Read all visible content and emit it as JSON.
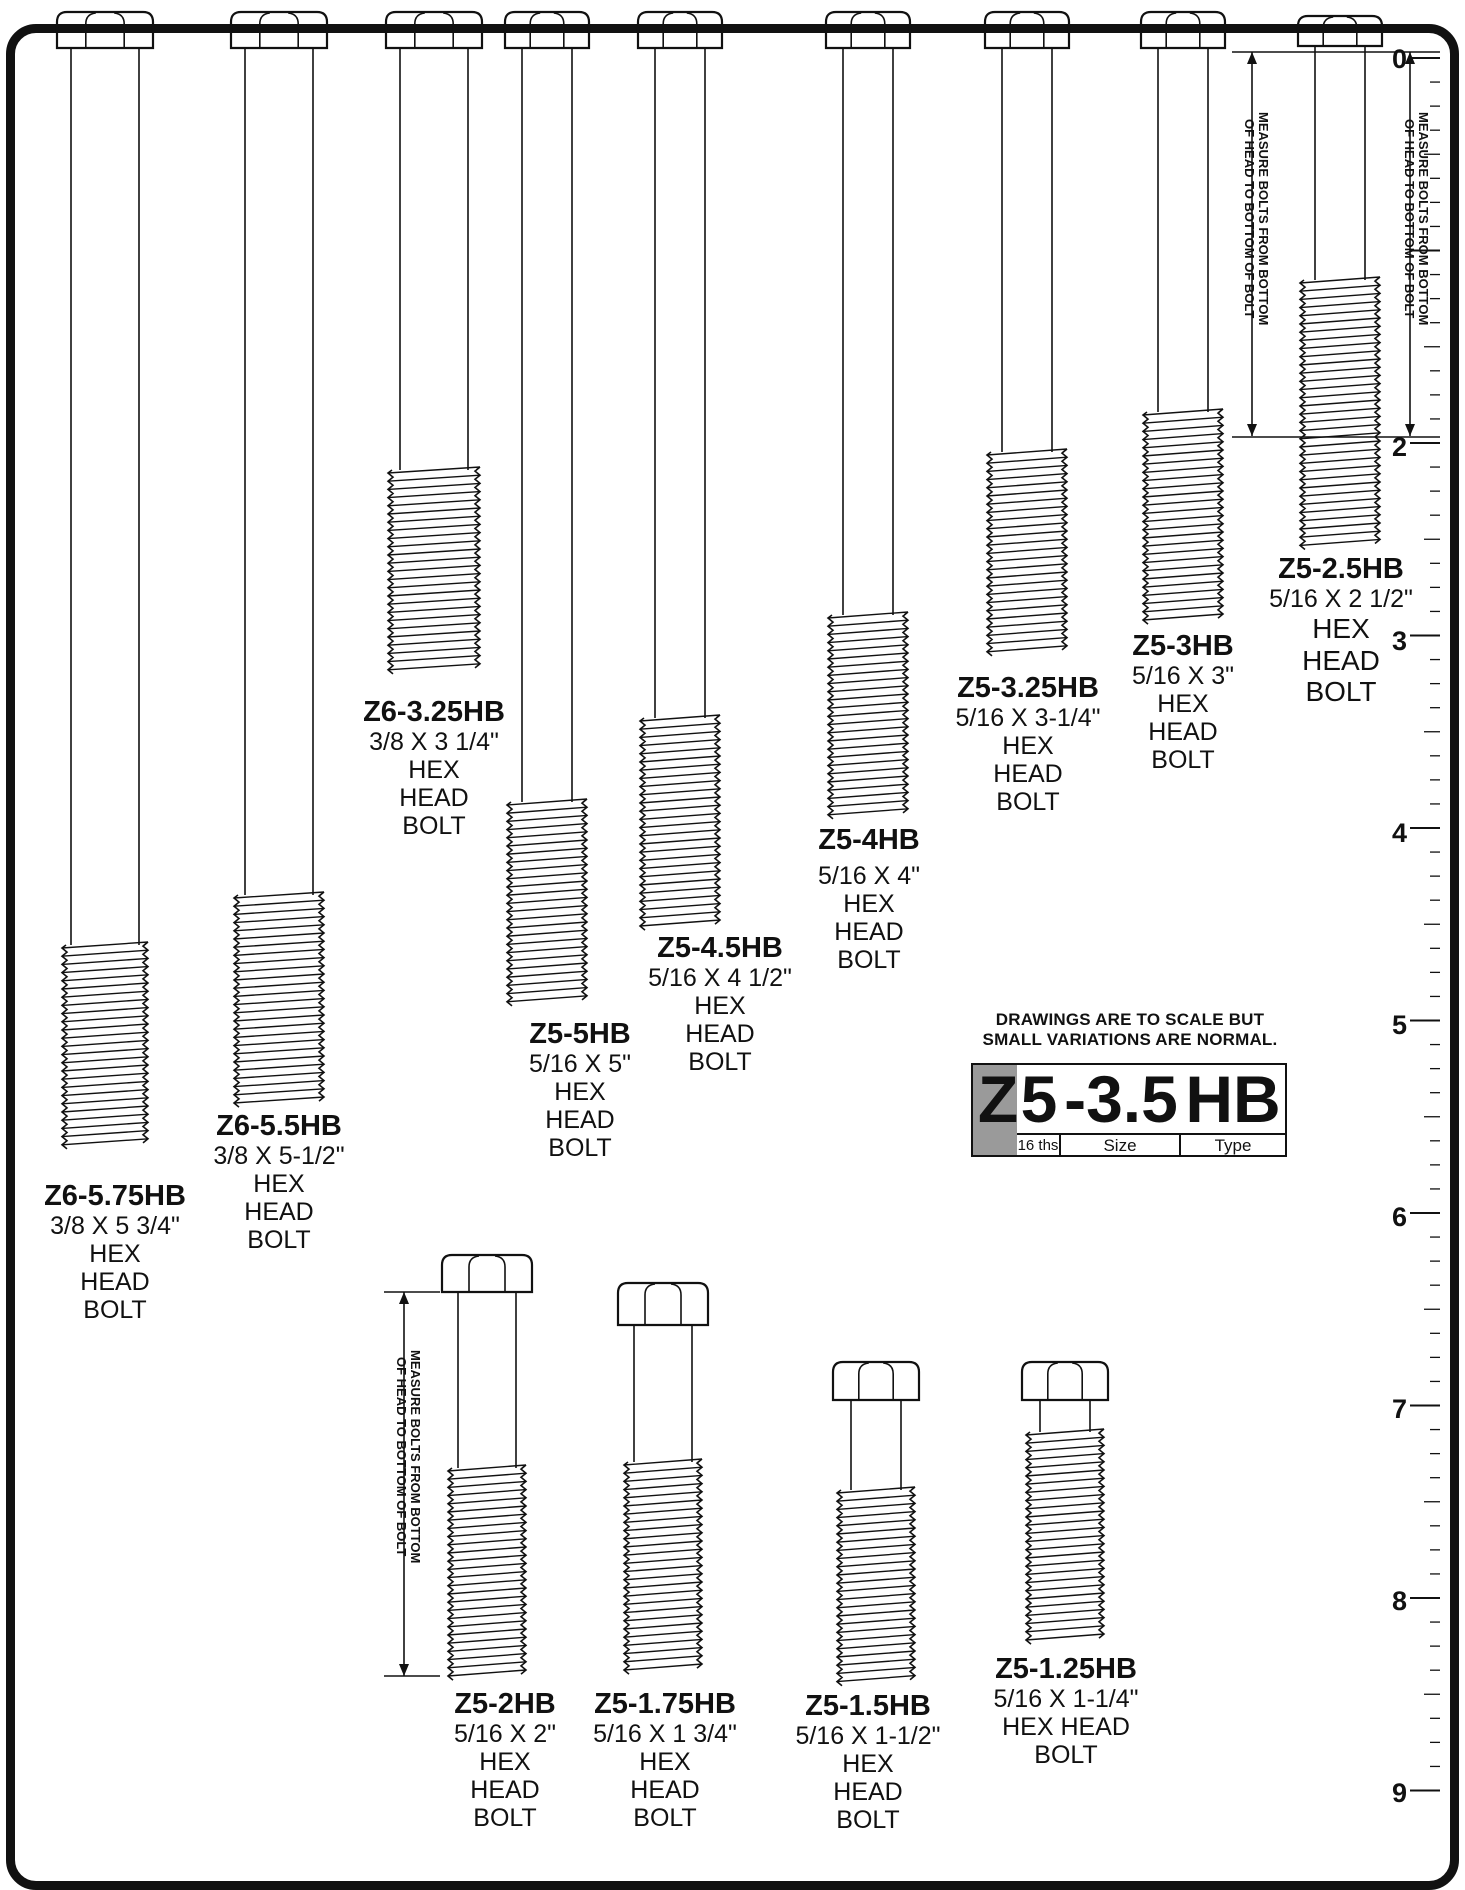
{
  "bolts": [
    {
      "code": "Z6-5.75HB",
      "size": "3/8 X 5 3/4\"",
      "desc": [
        "HEX",
        "HEAD",
        "BOLT"
      ]
    },
    {
      "code": "Z6-5.5HB",
      "size": "3/8 X 5-1/2\"",
      "desc": [
        "HEX",
        "HEAD",
        "BOLT"
      ]
    },
    {
      "code": "Z6-3.25HB",
      "size": "3/8 X 3 1/4\"",
      "desc": [
        "HEX",
        "HEAD",
        "BOLT"
      ]
    },
    {
      "code": "Z5-5HB",
      "size": "5/16 X 5\"",
      "desc": [
        "HEX",
        "HEAD",
        "BOLT"
      ]
    },
    {
      "code": "Z5-4.5HB",
      "size": "5/16 X 4 1/2\"",
      "desc": [
        "HEX",
        "HEAD",
        "BOLT"
      ]
    },
    {
      "code": "Z5-4HB",
      "size": "5/16 X 4\"",
      "desc": [
        "HEX",
        "HEAD",
        "BOLT"
      ]
    },
    {
      "code": "Z5-3.25HB",
      "size": "5/16 X 3-1/4\"",
      "desc": [
        "HEX",
        "HEAD",
        "BOLT"
      ]
    },
    {
      "code": "Z5-3HB",
      "size": "5/16 X 3\"",
      "desc": [
        "HEX",
        "HEAD",
        "BOLT"
      ]
    },
    {
      "code": "Z5-2.5HB",
      "size": "5/16 X 2 1/2\"",
      "desc": [
        "HEX",
        "HEAD",
        "BOLT"
      ]
    },
    {
      "code": "Z5-2HB",
      "size": "5/16 X 2\"",
      "desc": [
        "HEX",
        "HEAD",
        "BOLT"
      ]
    },
    {
      "code": "Z5-1.75HB",
      "size": "5/16 X 1 3/4\"",
      "desc": [
        "HEX",
        "HEAD",
        "BOLT"
      ]
    },
    {
      "code": "Z5-1.5HB",
      "size": "5/16 X 1-1/2\"",
      "desc": [
        "HEX",
        "HEAD",
        "BOLT"
      ]
    },
    {
      "code": "Z5-1.25HB",
      "size": "5/16 X 1-1/4\"",
      "desc": [
        "HEX HEAD",
        "BOLT"
      ]
    }
  ],
  "measure_note": [
    "MEASURE BOLTS FROM BOTTOM",
    "OF HEAD TO BOTTOM OF BOLT"
  ],
  "scale_note": [
    "DRAWINGS ARE TO SCALE BUT",
    "SMALL VARIATIONS ARE NORMAL."
  ],
  "code_key": {
    "parts": [
      "Z",
      "5",
      "-3.5",
      "HB"
    ],
    "captions": [
      "16 ths",
      "Size",
      "Type"
    ]
  },
  "ruler": {
    "labels": [
      "0",
      "2",
      "3",
      "4",
      "5",
      "6",
      "7",
      "8",
      "9"
    ]
  },
  "colors": {
    "ink": "#111111",
    "key_shade": "#9a9a9a"
  }
}
